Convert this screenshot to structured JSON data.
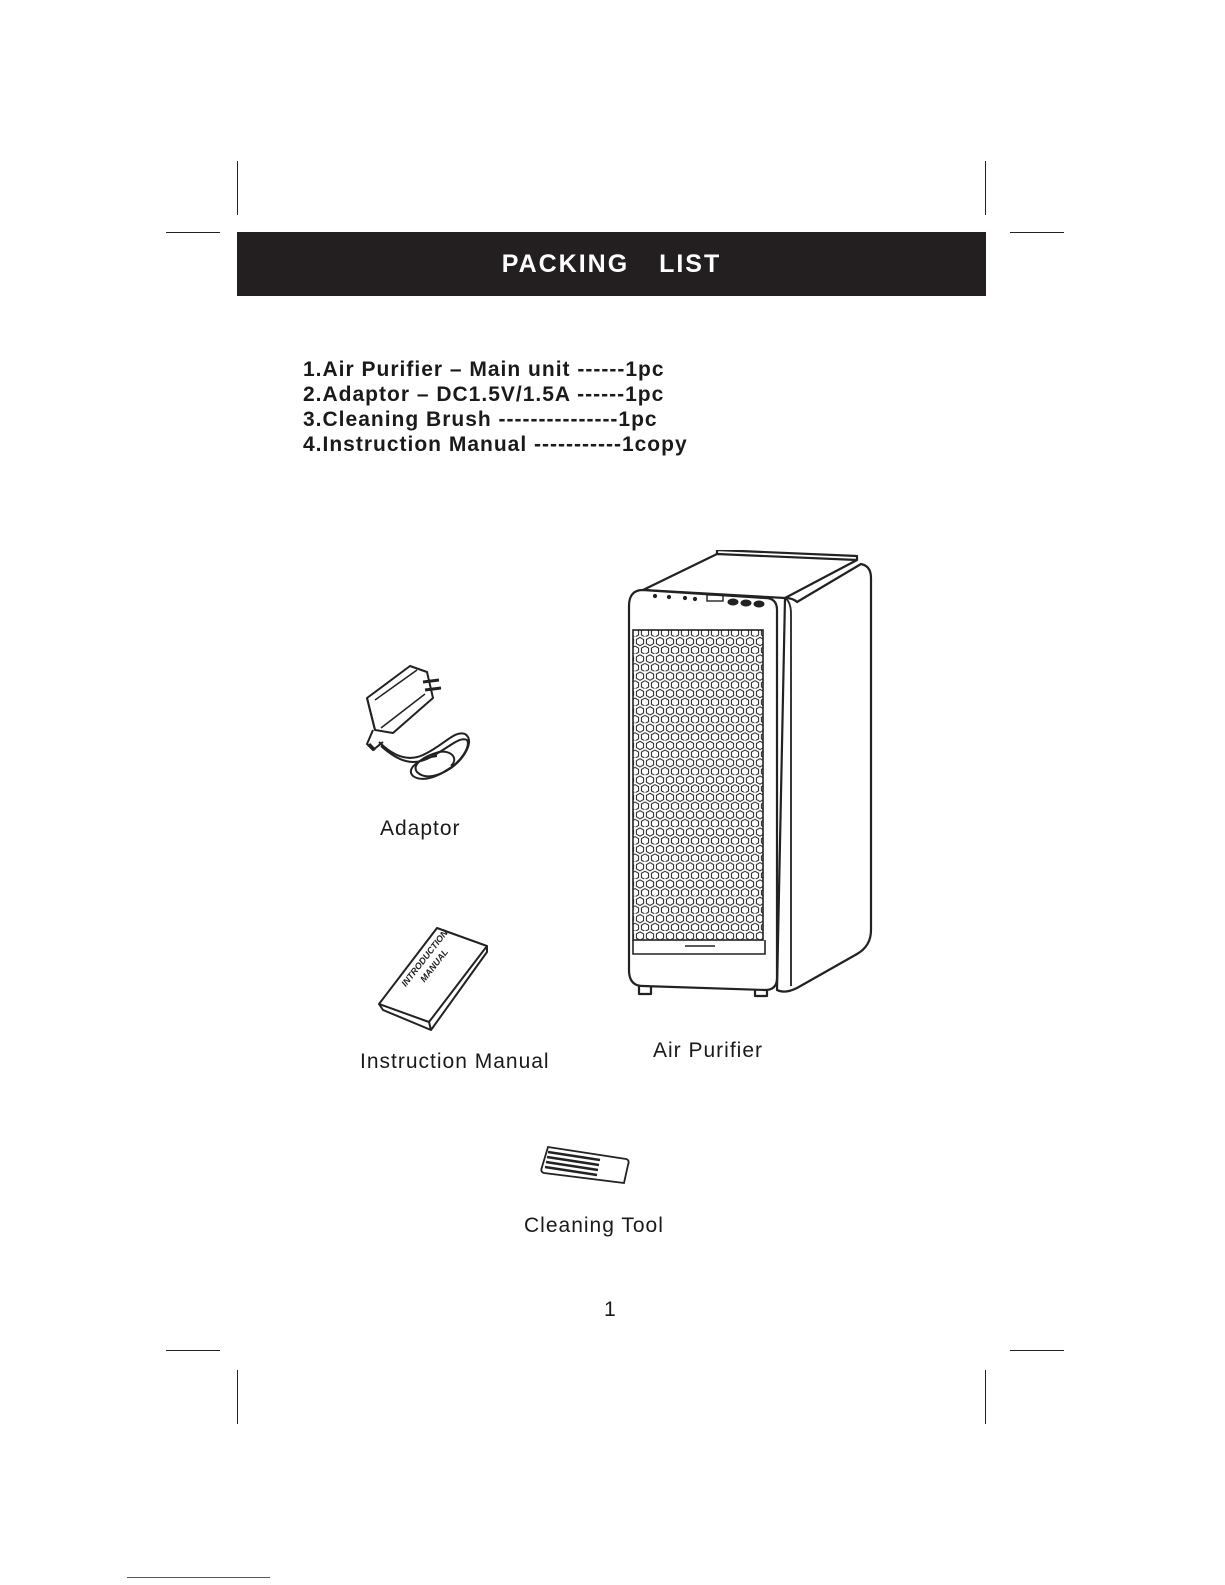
{
  "header": {
    "title": "PACKING  LIST"
  },
  "packing_list": [
    "1.Air Purifier – Main unit ------1pc",
    "2.Adaptor – DC1.5V/1.5A ------1pc",
    "3.Cleaning Brush ---------------1pc",
    "4.Instruction Manual -----------1copy"
  ],
  "captions": {
    "adaptor": "Adaptor",
    "instruction_manual": "Instruction Manual",
    "air_purifier": "Air Purifier",
    "cleaning_tool": "Cleaning Tool"
  },
  "manual_cover_text": [
    "INTRODUCTION",
    "MANUAL"
  ],
  "page_number": "1"
}
